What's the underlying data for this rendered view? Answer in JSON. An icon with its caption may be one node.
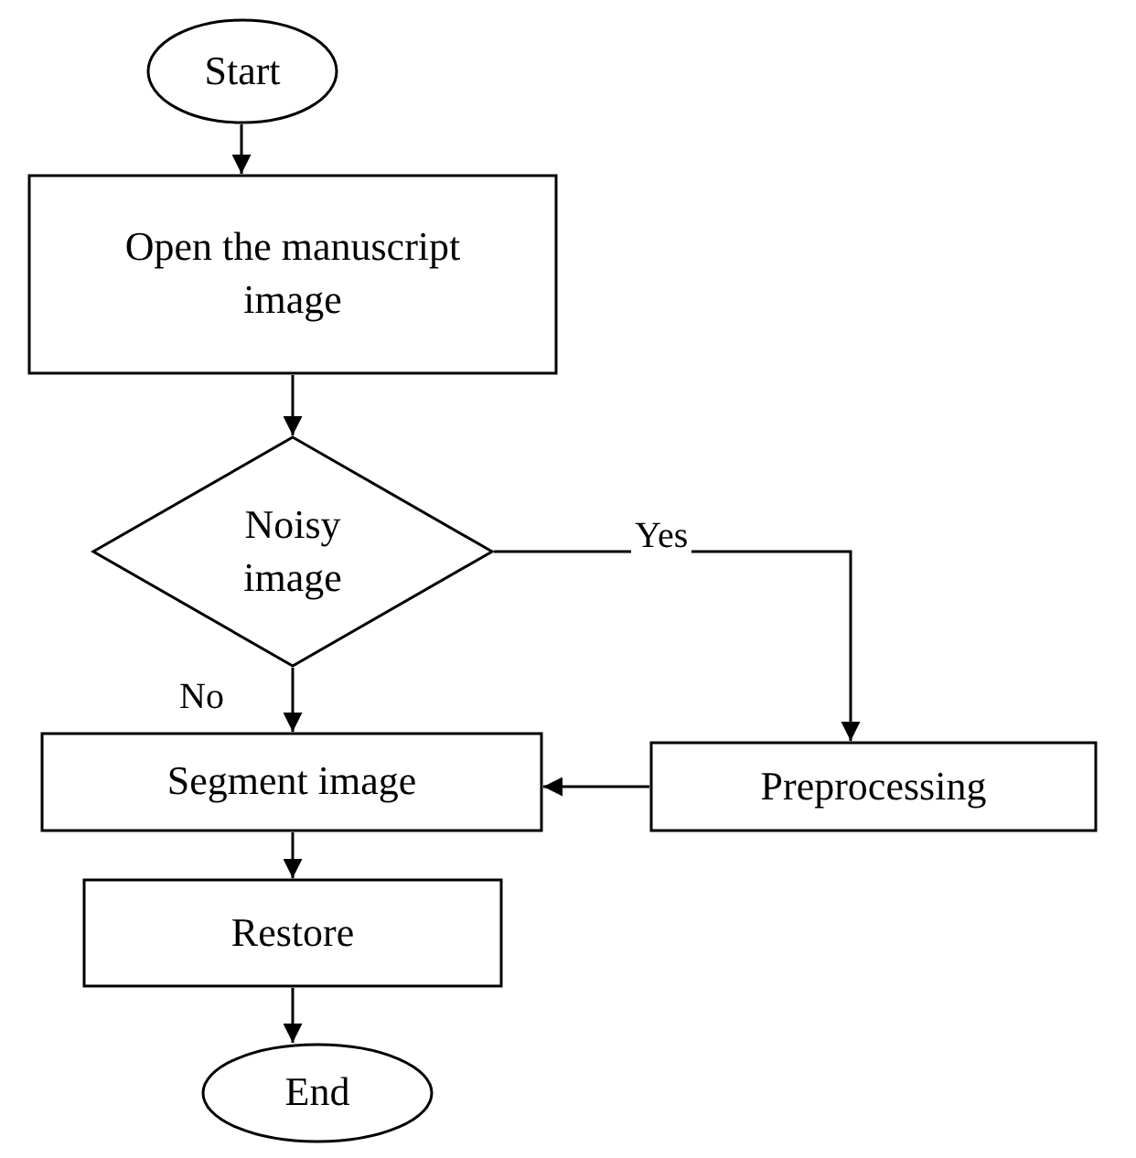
{
  "diagram": {
    "nodes": [
      {
        "text": [
          "Start"
        ]
      },
      {
        "text": [
          "Open the manuscript image"
        ]
      },
      {
        "text": [
          "Noisy image"
        ]
      },
      {
        "text": [
          "Segment image"
        ]
      },
      {
        "text": [
          "Preprocessing"
        ]
      },
      {
        "text": [
          "Restore"
        ]
      },
      {
        "text": [
          "End"
        ]
      }
    ],
    "edges": [
      {
        "from": 0,
        "to": 1,
        "arrow": "to"
      },
      {
        "from": 1,
        "to": 2,
        "arrow": "to"
      },
      {
        "from": 2,
        "to": 4,
        "arrow": "to",
        "label": "Yes"
      },
      {
        "from": 2,
        "to": 3,
        "arrow": "to",
        "label": "No"
      },
      {
        "from": 4,
        "to": 3,
        "arrow": "to"
      },
      {
        "from": 3,
        "to": 5,
        "arrow": "to"
      },
      {
        "from": 5,
        "to": 6,
        "arrow": "to"
      }
    ]
  }
}
